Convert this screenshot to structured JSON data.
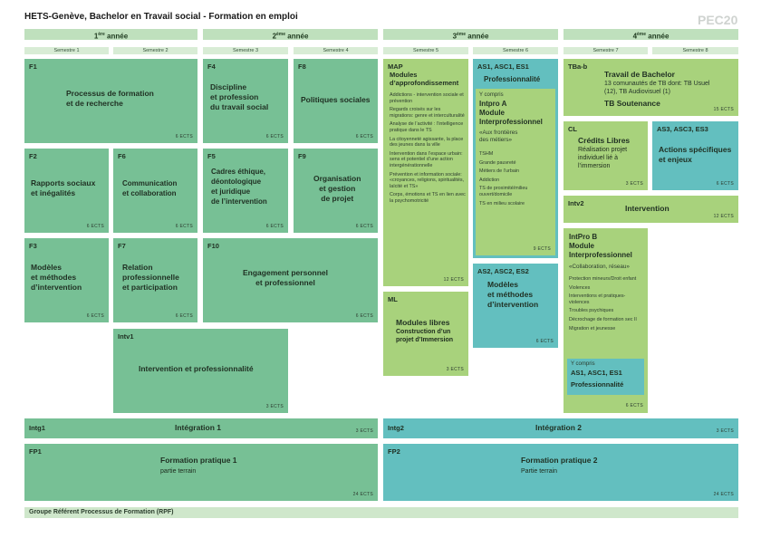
{
  "title": "HETS-Genève, Bachelor en Travail social - Formation en emploi",
  "plan_code": "PEC20",
  "years": [
    {
      "num": "1",
      "sup": "ère",
      "word": "année"
    },
    {
      "num": "2",
      "sup": "ème",
      "word": "année"
    },
    {
      "num": "3",
      "sup": "ème",
      "word": "année"
    },
    {
      "num": "4",
      "sup": "ème",
      "word": "année"
    }
  ],
  "semesters": [
    "Semestre 1",
    "Semestre 2",
    "Semestre 3",
    "Semestre 4",
    "Semestre 5",
    "Semestre 6",
    "Semestre 7",
    "Semestre 8"
  ],
  "colors": {
    "green": "#77c095",
    "light_green": "#a8d27c",
    "teal": "#63bfbf",
    "header": "#bfe0bd"
  },
  "modules": {
    "f1": {
      "code": "F1",
      "title": "Processus de formation\net de recherche",
      "ects": "6 ECTS"
    },
    "f4": {
      "code": "F4",
      "title": "Discipline\net profession\ndu travail social",
      "ects": "6 ECTS"
    },
    "f8": {
      "code": "F8",
      "title": "Politiques sociales",
      "ects": "6 ECTS"
    },
    "f2": {
      "code": "F2",
      "title": "Rapports sociaux\net inégalités",
      "ects": "6 ECTS"
    },
    "f6": {
      "code": "F6",
      "title": "Communication\net collaboration",
      "ects": "6 ECTS"
    },
    "f5": {
      "code": "F5",
      "title": "Cadres éthique,\ndéontologique\net juridique\nde l’intervention",
      "ects": "6 ECTS"
    },
    "f9": {
      "code": "F9",
      "title": "Organisation\net gestion\nde projet",
      "ects": "6 ECTS"
    },
    "f3": {
      "code": "F3",
      "title": "Modèles\net méthodes\nd’intervention",
      "ects": "6 ECTS"
    },
    "f7": {
      "code": "F7",
      "title": "Relation\nprofessionnelle\net participation",
      "ects": "6 ECTS"
    },
    "f10": {
      "code": "F10",
      "title": "Engagement personnel\net professionnel",
      "ects": "6 ECTS"
    },
    "intv1": {
      "code": "Intv1",
      "title": "Intervention et professionnalité",
      "ects": "3 ECTS"
    },
    "map": {
      "code": "MAP",
      "title": "Modules\nd’approfondissement",
      "items": [
        "Addictions - intervention sociale et prévention",
        "Regards croisés sur les migrations: genre et interculturalité",
        "Analyse de l’activité : l’intelligence pratique dans le TS",
        "La citoyenneté agissante, la place des jeunes dans la ville",
        "Intervention dans l’espace urbain: sens et potentiel d’une action intergénérationnelle",
        "Prévention et information sociale: «croyances, religions, spiritualités, laïcité et TS»",
        "Corps, émotions et TS en lien avec la psychomotricité"
      ],
      "ects": "12 ECTS"
    },
    "as1_top": {
      "code": "AS1, ASC1, ES1",
      "title": "Professionnalité"
    },
    "intpro_a": {
      "prefix": "Y compris",
      "title": "Intpro A\nModule\nInterprofessionnel",
      "subtitle": "«Aux frontières\ndes métiers»",
      "items": [
        "TSHM",
        "Grande pauvreté",
        "Métiers de l’urbain",
        "Addiction",
        "TS de proximité/milieu ouvert/domicile",
        "TS en milieu scolaire"
      ],
      "ects": "9 ECTS"
    },
    "as2": {
      "code": "AS2, ASC2, ES2",
      "title": "Modèles\net méthodes\nd’intervention",
      "ects": "6 ECTS"
    },
    "ml": {
      "code": "ML",
      "title": "Modules libres",
      "subtitle": "Construction d’un\nprojet d’Immersion",
      "ects": "3 ECTS"
    },
    "tba": {
      "code": "TBa-b",
      "title": "Travail de Bachelor",
      "detail": "13 comunautés de TB dont: TB Usuel\n(12), TB Audiovisuel (1)",
      "title2": "TB Soutenance",
      "ects": "15 ECTS"
    },
    "cl": {
      "code": "CL",
      "title": "Crédits Libres",
      "detail": "Réalisation projet\nindividuel lié à\nl’immersion",
      "ects": "3 ECTS"
    },
    "as3": {
      "code": "AS3, ASC3, ES3",
      "title": "Actions spécifiques\net enjeux",
      "ects": "6 ECTS"
    },
    "intv2": {
      "code": "Intv2",
      "title": "Intervention",
      "ects": "12 ECTS"
    },
    "intpro_b": {
      "title": "IntPro B\nModule\nInterprofessionnel",
      "subtitle": "«Collaboration, réseau»",
      "items": [
        "Protection mineurs/Droit enfant",
        "Violences",
        "Interventions et pratiques-violences",
        "Troubles psychiques",
        "Décrochage de formation sec II",
        "Migration et jeunesse"
      ],
      "inner_prefix": "Y compris",
      "inner_code": "AS1, ASC1, ES1",
      "inner_title": "Professionnalité",
      "ects": "6 ECTS"
    },
    "intg1": {
      "code": "Intg1",
      "title": "Intégration 1",
      "ects": "3 ECTS"
    },
    "intg2": {
      "code": "Intg2",
      "title": "Intégration 2",
      "ects": "3 ECTS"
    },
    "fp1": {
      "code": "FP1",
      "title": "Formation pratique 1",
      "subtitle": "partie terrain",
      "ects": "24 ECTS"
    },
    "fp2": {
      "code": "FP2",
      "title": "Formation pratique 2",
      "subtitle": "Partie terrain",
      "ects": "24 ECTS"
    }
  },
  "footer": "Groupe Référent Processus de Formation (RPF)"
}
